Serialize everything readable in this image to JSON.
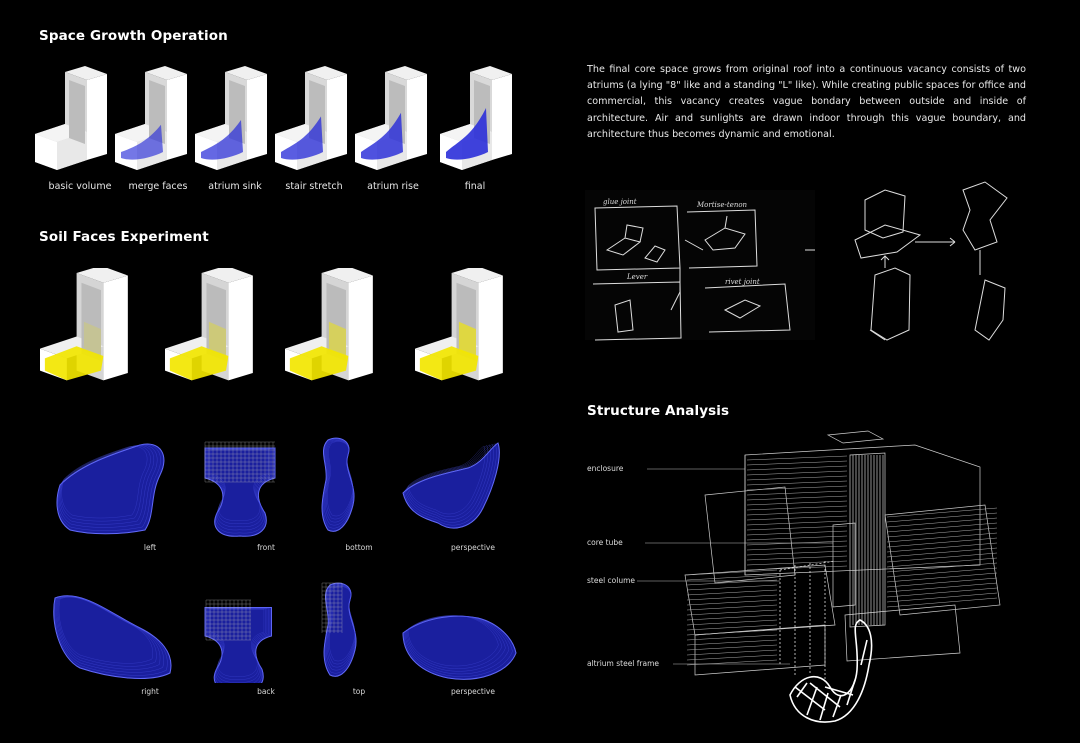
{
  "sections": {
    "growth_title": "Space Growth Operation",
    "soil_title": "Soil Faces Experiment",
    "structure_title": "Structure Analysis"
  },
  "growth_steps": [
    {
      "label": "basic volume",
      "fill": 0.0
    },
    {
      "label": "merge faces",
      "fill": 0.3
    },
    {
      "label": "atrium sink",
      "fill": 0.5
    },
    {
      "label": "stair stretch",
      "fill": 0.65
    },
    {
      "label": "atrium rise",
      "fill": 0.8
    },
    {
      "label": "final",
      "fill": 1.0
    }
  ],
  "soil_views_row1": [
    "left",
    "front",
    "bottom",
    "perspective"
  ],
  "soil_views_row2": [
    "right",
    "back",
    "top",
    "perspective"
  ],
  "description": "The final core space grows from original roof into a continuous vacancy consists of two atriums (a lying \"8\" like and a standing \"L\" like). While creating public spaces for office and commercial, this vacancy creates vague bondary between outside and inside of architecture. Air and sunlights are drawn indoor through this vague boundary, and architecture thus becomes dynamic and emotional.",
  "sketch_notes": [
    "glue joint",
    "Mortise-tenon",
    "Lever",
    "rivet joint"
  ],
  "structure_labels": [
    "enclosure",
    "core tube",
    "steel colume",
    "altrium steel frame"
  ],
  "colors": {
    "accent_blue": "#2b2fd9",
    "soil_yellow": "#f2e600",
    "background": "#000000"
  }
}
